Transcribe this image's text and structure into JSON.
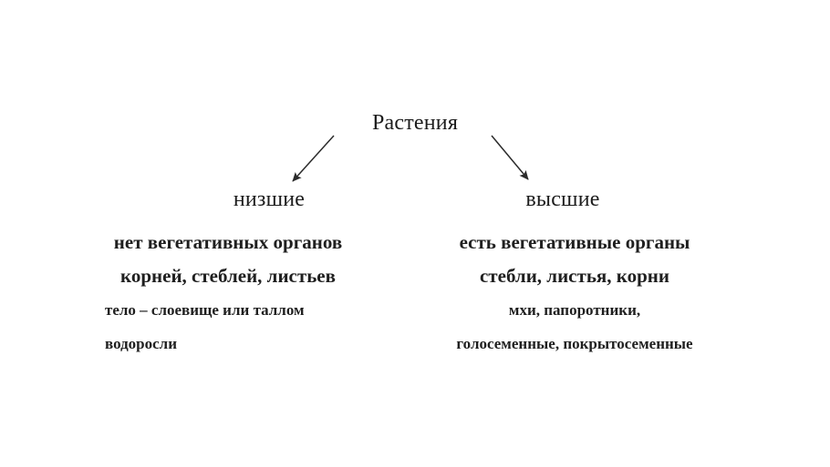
{
  "diagram": {
    "title": "Растения",
    "branches": [
      {
        "id": "lower-plants",
        "header": "низшие",
        "lines": [
          "нет вегетативных органов",
          "корней, стеблей, листьев",
          "тело – слоевище или таллом",
          "водоросли"
        ]
      },
      {
        "id": "higher-plants",
        "header": "высшие",
        "lines": [
          "есть вегетативные органы",
          "стебли, листья, корни",
          "мхи, папоротники,",
          "голосеменные, покрытосеменные"
        ]
      }
    ],
    "arrows": [
      {
        "id": "arrow-to-lower",
        "direction": "down-left"
      },
      {
        "id": "arrow-to-higher",
        "direction": "down-right"
      }
    ],
    "colors": {
      "background": "#ffffff",
      "text": "#1c1c1c",
      "arrow": "#2b2b2b"
    }
  }
}
